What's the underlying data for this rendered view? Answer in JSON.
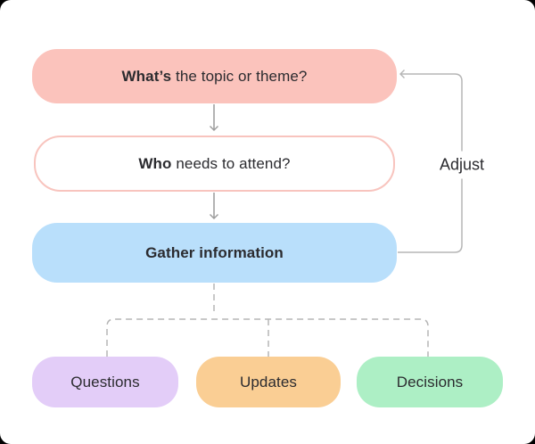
{
  "diagram": {
    "title_hint": "meeting-agenda-flowchart",
    "nodes": {
      "topic": {
        "bold": "What’s",
        "rest": " the topic or theme?",
        "fill": "#fbc3bc"
      },
      "attend": {
        "bold": "Who",
        "rest": " needs to attend?",
        "fill": "#ffffff",
        "border": "#f8c4be"
      },
      "gather": {
        "label": "Gather information",
        "fill": "#b9dffb"
      },
      "questions": {
        "label": "Questions",
        "fill": "#e3cdf8"
      },
      "updates": {
        "label": "Updates",
        "fill": "#face94"
      },
      "decisions": {
        "label": "Decisions",
        "fill": "#adefc5"
      }
    },
    "loop_label": "Adjust",
    "edge_colors": {
      "arrow": "#9a9a9a",
      "loop": "#b5b5b5",
      "dashed": "#b5b5b5"
    },
    "text_color": "#2b2b2f",
    "edges": [
      "topic -> attend",
      "attend -> gather",
      "gather -> topic (Adjust loop)",
      "gather -- questions (dashed)",
      "gather -- updates (dashed)",
      "gather -- decisions (dashed)"
    ]
  }
}
